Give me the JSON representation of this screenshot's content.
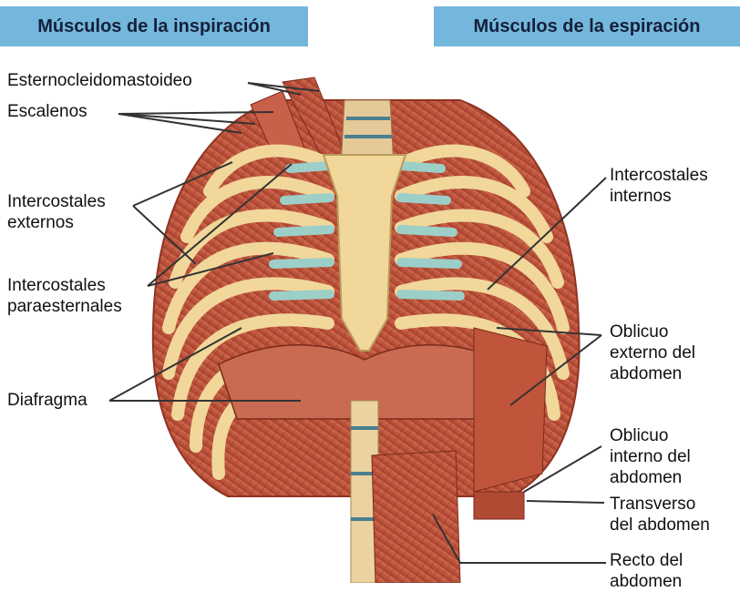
{
  "headers": {
    "inspiration": "Músculos de la inspiración",
    "expiration": "Músculos de la espiración"
  },
  "labels": {
    "esternocleidomastoideo": "Esternocleidomastoideo",
    "escalenos": "Escalenos",
    "intercostales_externos": "Intercostales\nexternos",
    "intercostales_paraesternales": "Intercostales\nparaesternales",
    "diafragma": "Diafragma",
    "intercostales_internos": "Intercostales\ninternos",
    "oblicuo_externo": "Oblicuo\nexterno del\nabdomen",
    "oblicuo_interno": "Oblicuo\ninterno del\nabdomen",
    "transverso": "Transverso\ndel abdomen",
    "recto": "Recto del\nabdomen"
  },
  "colors": {
    "header_bg": "#74b7dc",
    "muscle": "#c4553d",
    "rib": "#f1d79a",
    "cartilage": "#9ccfc8",
    "leader_line": "#333333"
  }
}
